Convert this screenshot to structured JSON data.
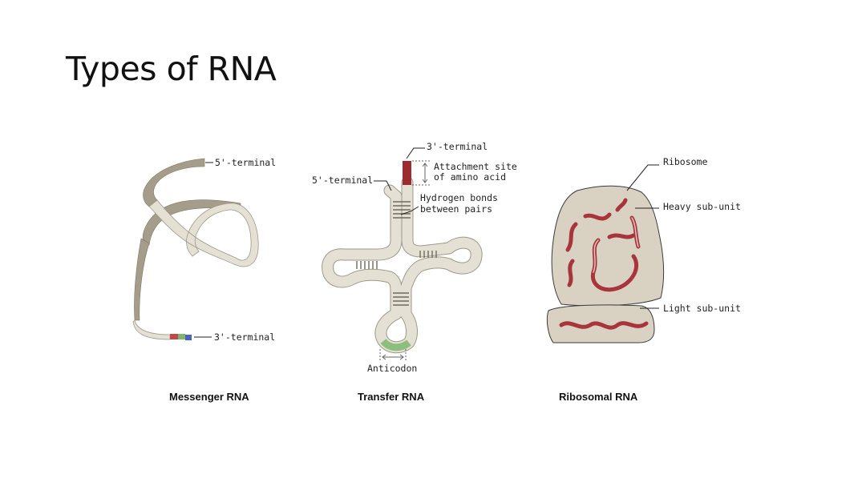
{
  "title": "Types of RNA",
  "messenger": {
    "label_5": "5'-terminal",
    "label_3": "3'-terminal",
    "caption": "Messenger RNA"
  },
  "transfer": {
    "label_3": "3'-terminal",
    "label_5": "5'-terminal",
    "attach_line1": "Attachment site",
    "attach_line2": "of amino acid",
    "hbond_line1": "Hydrogen bonds",
    "hbond_line2": "between pairs",
    "anticodon": "Anticodon",
    "caption": "Transfer RNA"
  },
  "ribosomal": {
    "ribosome": "Ribosome",
    "heavy": "Heavy sub-unit",
    "light": "Light sub-unit",
    "caption": "Ribosomal RNA"
  },
  "colors": {
    "ribbon_light": "#e4e1d4",
    "ribbon_dark": "#a59d89",
    "ribosome_fill": "#d9d2c3",
    "rrna_red": "#a8353b",
    "anticodon_green": "#8cbf7e",
    "attach_red": "#9b2c30"
  }
}
